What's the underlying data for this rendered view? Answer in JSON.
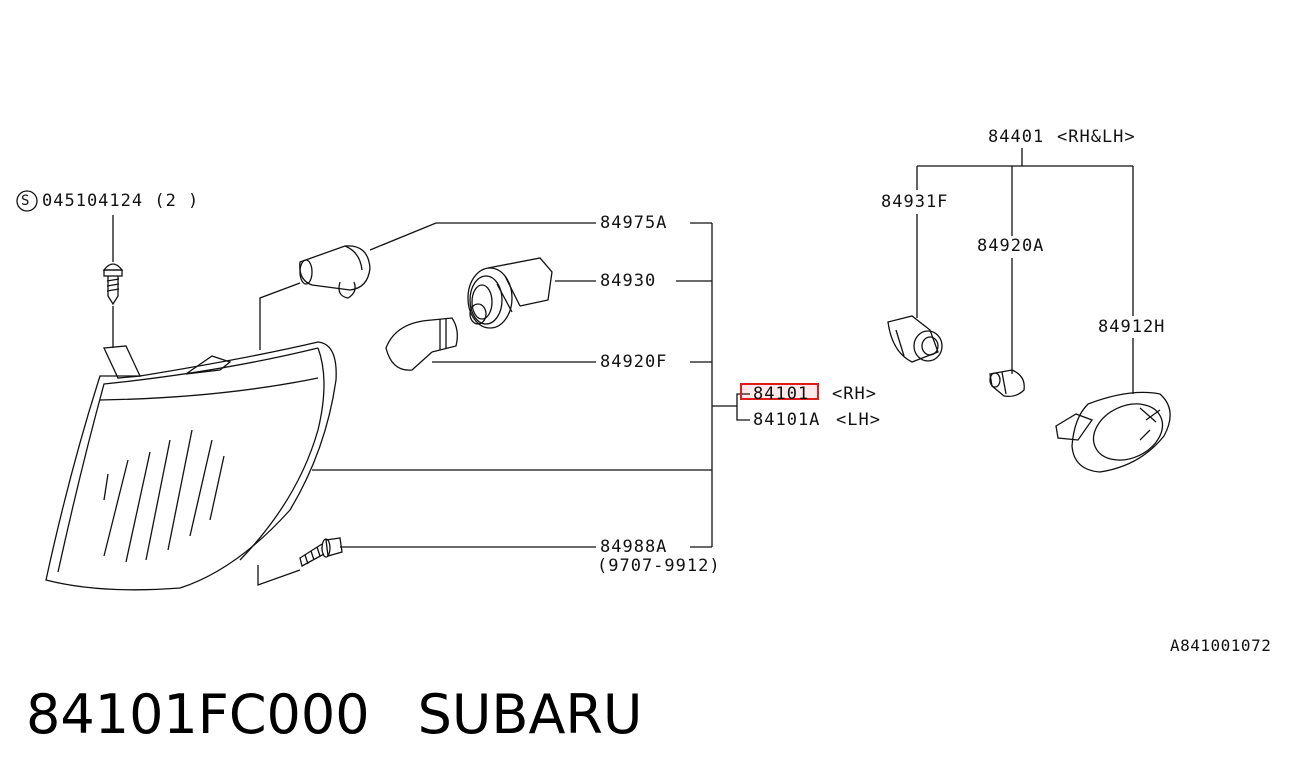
{
  "parts": {
    "screw_symbol": "S",
    "screw": "045104124 (2 )",
    "socket_assy_a": "84975A",
    "socket": "84930",
    "bulb_f": "84920F",
    "lamp_rh": "84101",
    "lamp_rh_side": "<RH>",
    "lamp_lh": "84101A",
    "lamp_lh_side": "<LH>",
    "screw_b": "84988A",
    "screw_b_dates": "(9707-9912)",
    "side_lamp_assy": "84401",
    "side_lamp_assy_side": "<RH&LH>",
    "side_socket": "84931F",
    "side_bulb": "84920A",
    "side_lens": "84912H"
  },
  "diagram_code": "A841001072",
  "footer": {
    "part_number": "84101FC000",
    "brand": "SUBARU"
  },
  "colors": {
    "line": "#111111",
    "highlight": "#e01b1b"
  }
}
